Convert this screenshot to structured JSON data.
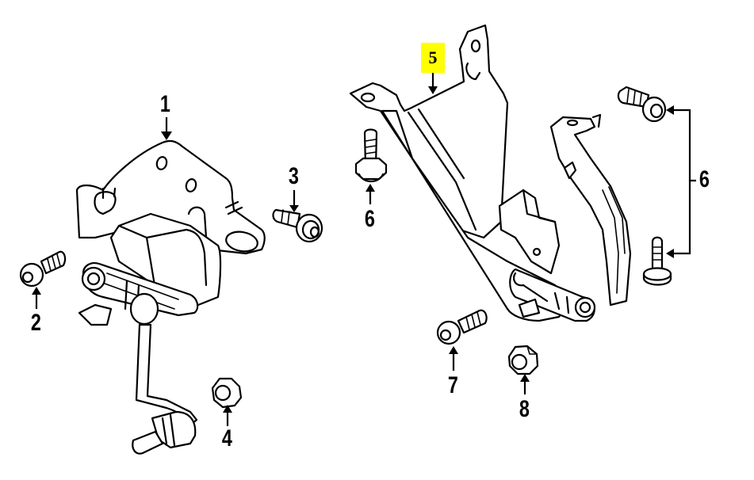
{
  "diagram": {
    "title": "Headlamp leveling sensor parts diagram",
    "highlight_color": "#ffff00",
    "callouts": [
      {
        "id": "1",
        "label": "1",
        "part": "leveling-sensor-assembly"
      },
      {
        "id": "2",
        "label": "2",
        "part": "bolt"
      },
      {
        "id": "3",
        "label": "3",
        "part": "flange-bolt"
      },
      {
        "id": "4",
        "label": "4",
        "part": "nut"
      },
      {
        "id": "5",
        "label": "5",
        "part": "sensor-bracket",
        "highlighted": true
      },
      {
        "id": "6a",
        "label": "6",
        "part": "flange-bolt"
      },
      {
        "id": "6b",
        "label": "6",
        "part": "flange-bolt"
      },
      {
        "id": "7",
        "label": "7",
        "part": "bolt"
      },
      {
        "id": "8",
        "label": "8",
        "part": "nut"
      }
    ]
  }
}
